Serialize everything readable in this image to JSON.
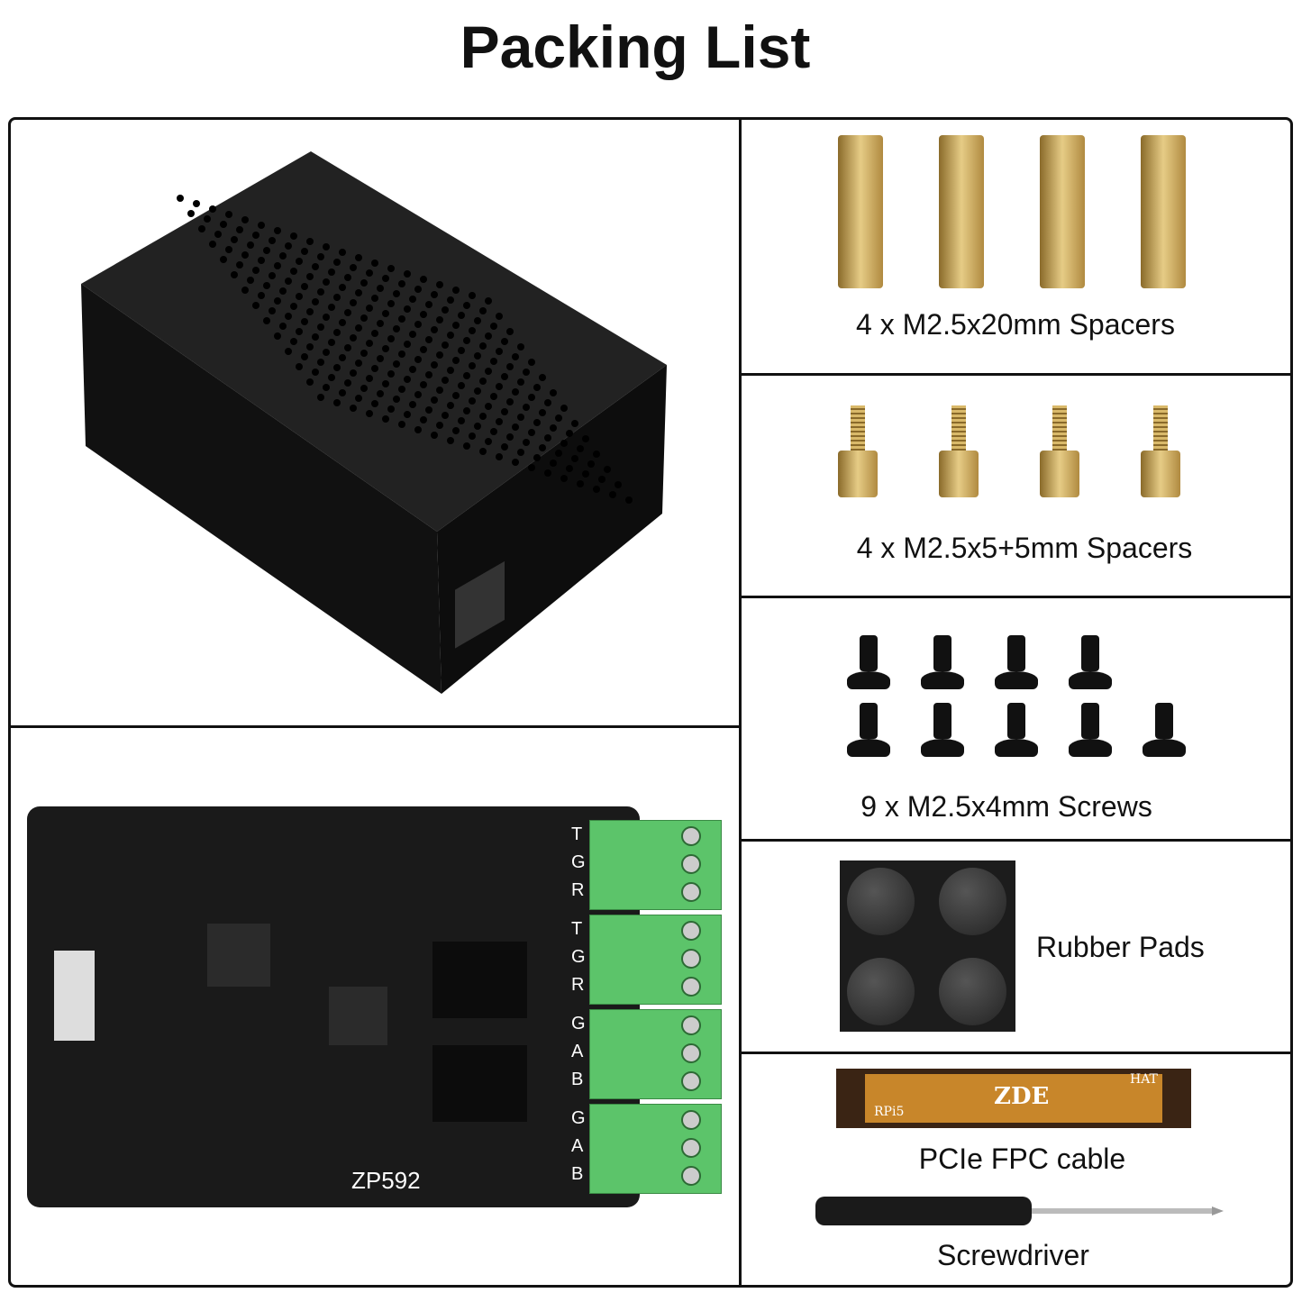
{
  "title": "Packing List",
  "items": [
    {
      "label": "4 x M2.5x20mm Spacers"
    },
    {
      "label": "4 x M2.5x5+5mm Spacers"
    },
    {
      "label": "9 x M2.5x4mm Screws"
    },
    {
      "label": "Rubber Pads"
    },
    {
      "label": "PCIe FPC cable"
    },
    {
      "label": "Screwdriver"
    }
  ],
  "cable": {
    "brand": "ZDE",
    "left_mark": "RPi5",
    "right_mark": "HAT"
  },
  "board": {
    "model": "ZP592",
    "terminal_labels": [
      "T",
      "G",
      "R",
      "T",
      "G",
      "R",
      "G",
      "A",
      "B",
      "G",
      "A",
      "B"
    ]
  },
  "colors": {
    "brass": "#c9a85a",
    "case": "#151515",
    "pcb": "#1a1a1a",
    "terminal": "#5cc46a",
    "cable": "#c8862a"
  }
}
